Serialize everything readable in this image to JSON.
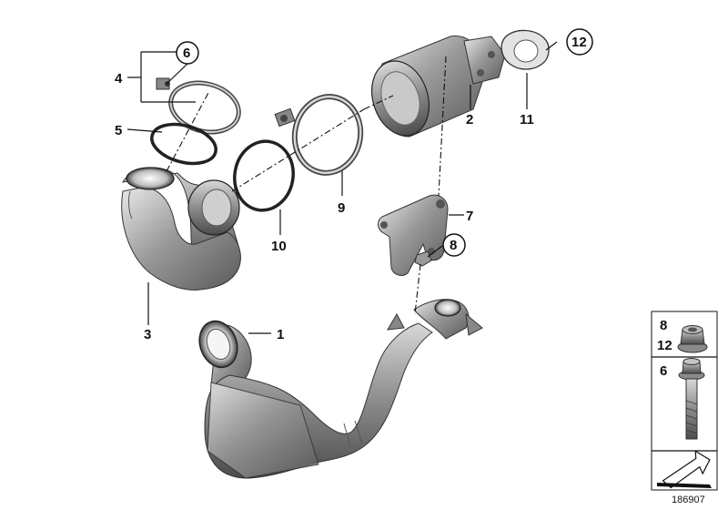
{
  "diagram": {
    "labels": {
      "l1": "1",
      "l2": "2",
      "l3": "3",
      "l4": "4",
      "l5": "5",
      "l6": "6",
      "l7": "7",
      "l8": "8",
      "l9": "9",
      "l10": "10",
      "l11": "11",
      "l12": "12"
    },
    "legend": {
      "nut_label_top": "8",
      "nut_label_bottom": "12",
      "bolt_label": "6"
    },
    "reference_number": "186907"
  }
}
